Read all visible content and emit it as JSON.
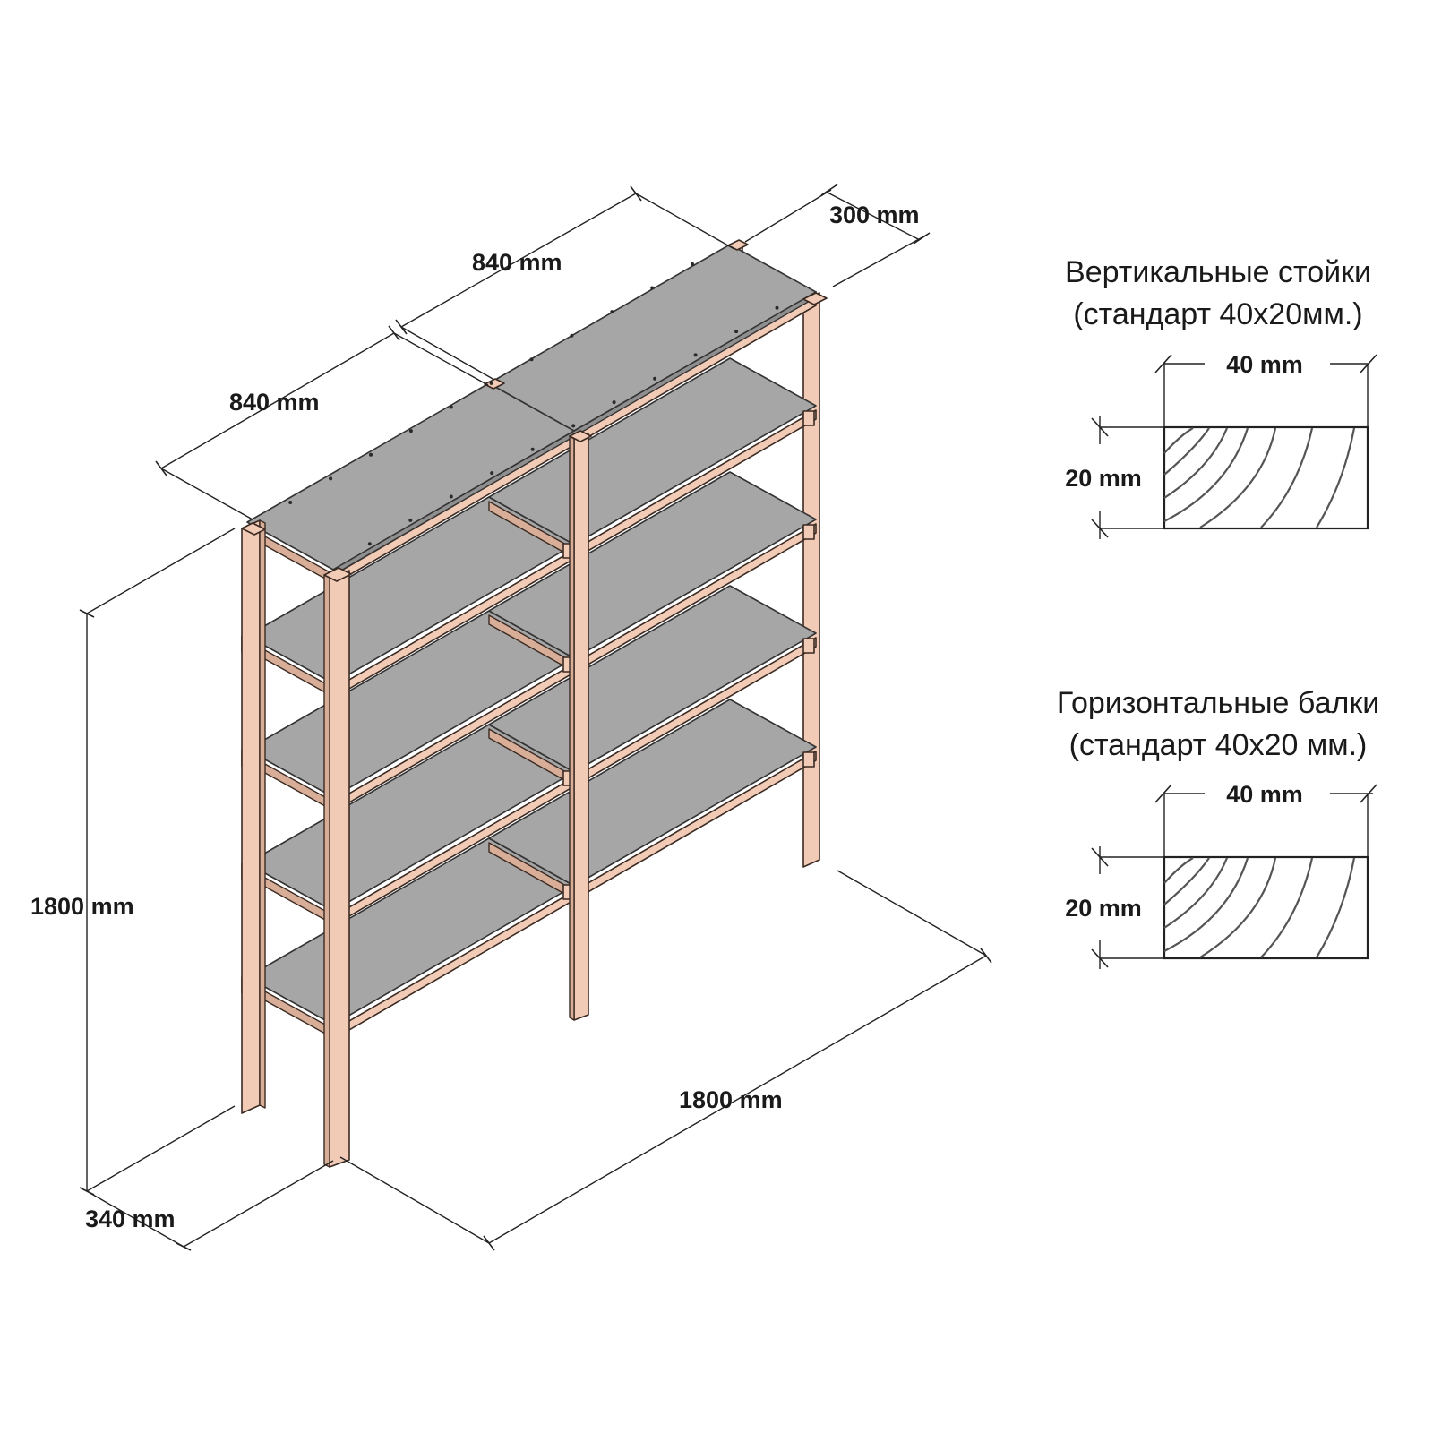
{
  "dimensions": {
    "depth_top": "300 mm",
    "width_top_right": "840 mm",
    "width_top_left": "840 mm",
    "height": "1800 mm",
    "total_length": "1800 mm",
    "depth_bottom": "340 mm"
  },
  "profiles": {
    "vertical": {
      "title": "Вертикальные стойки",
      "subtitle": "(стандарт 40х20мм.)",
      "width_label": "40 mm",
      "height_label": "20 mm"
    },
    "horizontal": {
      "title": "Горизонтальные балки",
      "subtitle": "(стандарт 40х20 мм.)",
      "width_label": "40 mm",
      "height_label": "20 mm"
    }
  },
  "colors": {
    "wood": "#f2cbb6",
    "shelf": "#a6a6a6",
    "line": "#222222"
  }
}
